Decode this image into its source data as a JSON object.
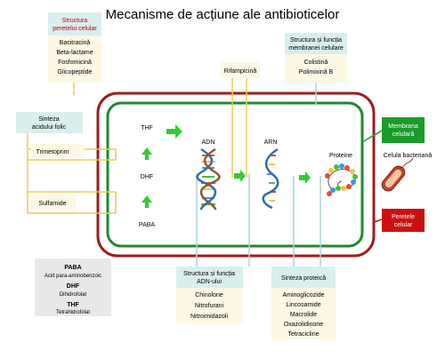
{
  "title": "Mecanisme de acțiune ale antibioticelor",
  "cell_wall_box": {
    "header": [
      "Structura",
      "peretelui celular"
    ],
    "items": [
      "Bacitracină",
      "Beta-lactame",
      "Fosfomicină",
      "Glicopeptide"
    ]
  },
  "membrane_box": {
    "header": [
      "Structura și funcția",
      "membranei celulare"
    ],
    "items": [
      "Colistină",
      "Polimixină B"
    ]
  },
  "rifampicin_label": "Rifampicină",
  "folic_box": {
    "header": [
      "Sinteza",
      "acidului folic"
    ],
    "items": [
      "Trimetoprim",
      "Sulfamide"
    ]
  },
  "pathway_labels": {
    "thf": "THF",
    "dhf": "DHF",
    "paba": "PABA"
  },
  "molecule_labels": {
    "dna": "ADN",
    "rna": "ARN",
    "protein": "Proteine"
  },
  "side_labels": {
    "membrane": [
      "Membrana",
      "celulară"
    ],
    "bacterial_cell": "Celula bacteriană",
    "wall": [
      "Peretele",
      "celular"
    ]
  },
  "dna_box": {
    "header": [
      "Structura și funcția",
      "ADN-ului"
    ],
    "items": [
      "Chinolone",
      "Nitrofurani",
      "Nitroimidazoli"
    ]
  },
  "protein_box": {
    "header": [
      "Sinteza proteică"
    ],
    "items": [
      "Aminoglicozide",
      "Lincosamide",
      "Macrolide",
      "Oxazolidinone",
      "Tetracicline"
    ]
  },
  "legend": [
    {
      "abbr": "PABA",
      "full": "Acid para-aminobenzoic"
    },
    {
      "abbr": "DHF",
      "full": "Dihidrofolat"
    },
    {
      "abbr": "THF",
      "full": "Tetrahidrofolat"
    }
  ],
  "colors": {
    "wall": "#9e1b1e",
    "membrane": "#1f8a2e",
    "arrow": "#33cc33",
    "box_header": "#d8efee",
    "box_body": "#fdf8e4",
    "rifampicin_line": "#f0c850",
    "teal_line": "#a9d6d4",
    "membrane_tag": "#1a9b2c",
    "wall_tag": "#cc1010",
    "legend_bg": "#e8e8e8"
  }
}
